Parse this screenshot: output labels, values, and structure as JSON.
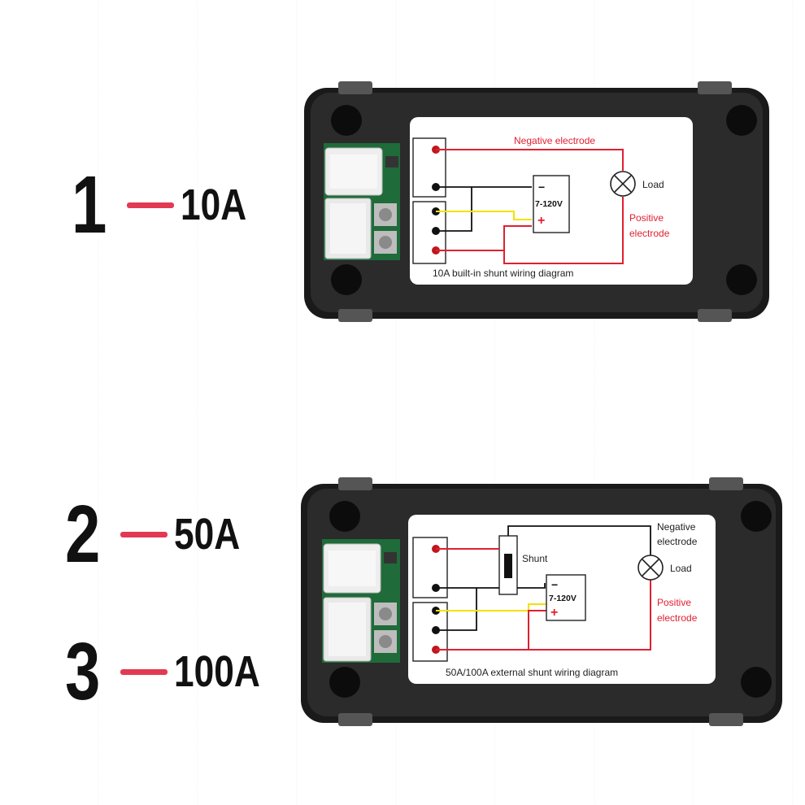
{
  "options": [
    {
      "number": "1",
      "current": "10A"
    },
    {
      "number": "2",
      "current": "50A"
    },
    {
      "number": "3",
      "current": "100A"
    }
  ],
  "diagram_top": {
    "negative_label": "Negative electrode",
    "positive_label_line1": "Positive",
    "positive_label_line2": "electrode",
    "load_label": "Load",
    "voltage_label": "7-120V",
    "minus_symbol": "−",
    "plus_symbol": "+",
    "caption": "10A built-in shunt wiring diagram"
  },
  "diagram_bottom": {
    "negative_label_line1": "Negative",
    "negative_label_line2": "electrode",
    "positive_label_line1": "Positive",
    "positive_label_line2": "electrode",
    "load_label": "Load",
    "shunt_label": "Shunt",
    "voltage_label": "7-120V",
    "minus_symbol": "−",
    "plus_symbol": "+",
    "caption": "50A/100A external shunt wiring diagram"
  },
  "colors": {
    "negative_wire": "#e02030",
    "positive_wire": "#e02030",
    "signal_wire": "#f2e200",
    "black_wire": "#111111",
    "label_red": "#e02030",
    "accent_dash": "#e23a52",
    "housing": "#2a2a2a",
    "pcb": "#1f6b3a"
  }
}
